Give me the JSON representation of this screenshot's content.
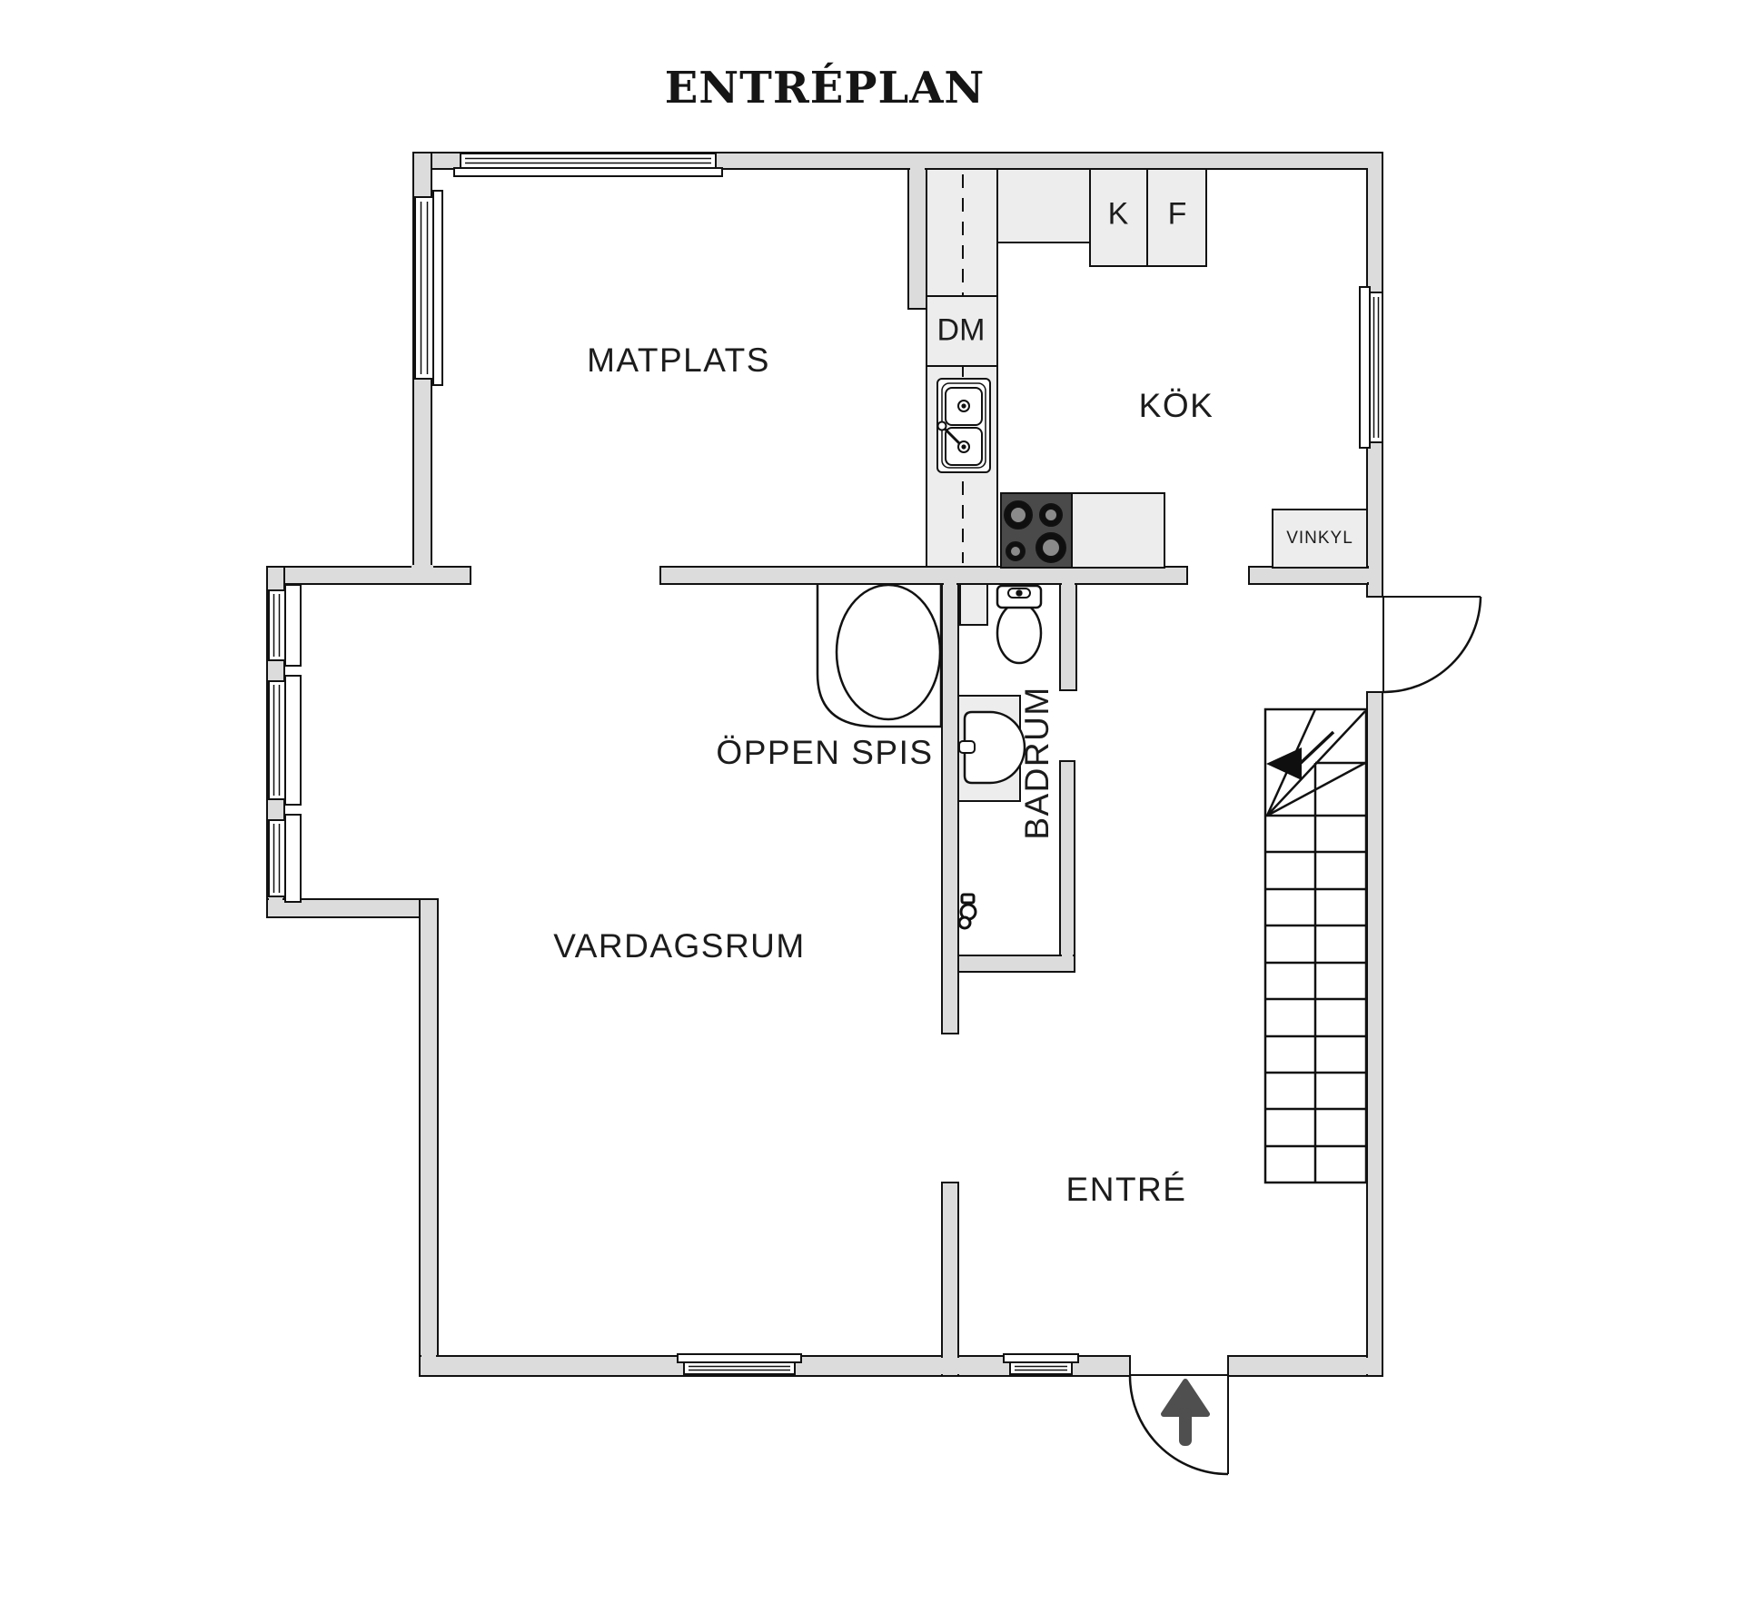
{
  "title": "ENTRÉPLAN",
  "rooms": {
    "dining": "MATPLATS",
    "kitchen": "KÖK",
    "fireplace": "ÖPPEN SPIS",
    "living": "VARDAGSRUM",
    "bathroom": "BADRUM",
    "entrance": "ENTRÉ"
  },
  "appliances": {
    "dishwasher": "DM",
    "fridge": "K",
    "freezer": "F",
    "wine_fridge": "VINKYL"
  },
  "colors": {
    "wall": "#dcdcdc",
    "fixture": "#ededed",
    "outline": "#111111",
    "stove": "#4a4a4a",
    "arrow": "#4f4f4f",
    "ink": "#1c1c1c"
  }
}
